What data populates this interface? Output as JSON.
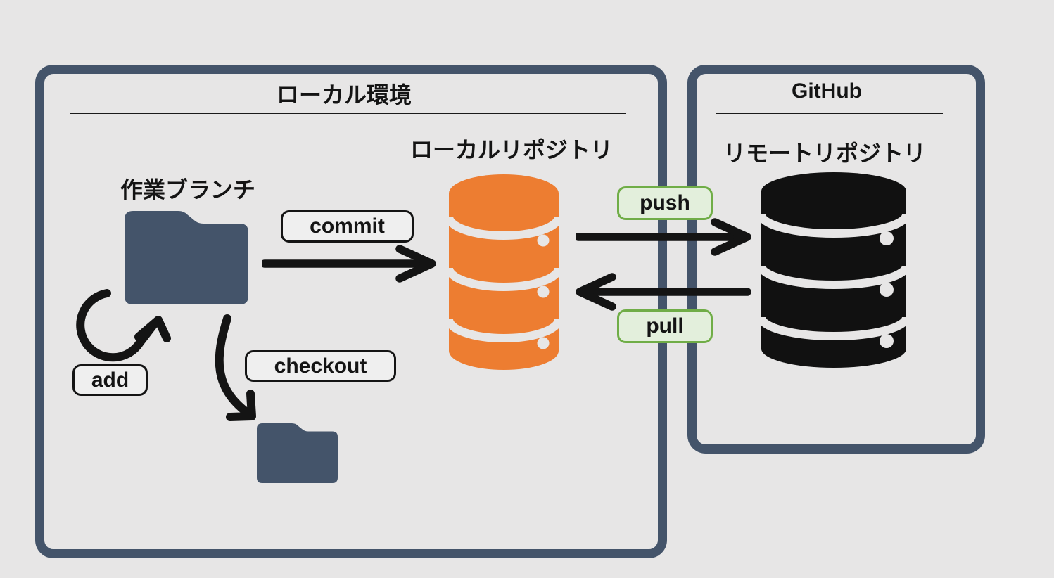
{
  "diagram": {
    "background": "#E7E6E6",
    "local_env": {
      "title": "ローカル環境",
      "work_branch": {
        "label": "作業ブランチ"
      },
      "local_repo": {
        "label": "ローカルリポジトリ"
      },
      "commands": {
        "commit": "commit",
        "add": "add",
        "checkout": "checkout"
      }
    },
    "github": {
      "title": "GitHub",
      "remote_repo": {
        "label": "リモートリポジトリ"
      },
      "commands": {
        "push": "push",
        "pull": "pull"
      }
    },
    "colors": {
      "background": "#E7E6E6",
      "frame": "#44546A",
      "folder": "#44546A",
      "local_repo_db": "#ED7D31",
      "remote_repo_db": "#111111",
      "arrow": "#141414",
      "command_label_bg": "#EFEFEF",
      "command_label_border": "#141414",
      "git_command_bg": "#E3EFDC",
      "git_command_border": "#70AD47"
    }
  }
}
